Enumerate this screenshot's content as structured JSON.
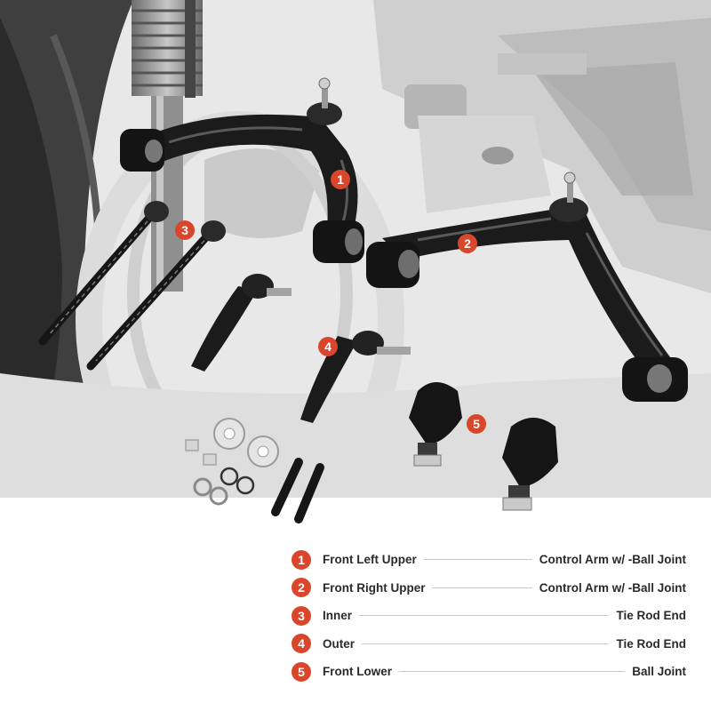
{
  "callouts": [
    "1",
    "2",
    "3",
    "4",
    "5"
  ],
  "legend": [
    {
      "num": "1",
      "left": "Front Left Upper",
      "right": "Control Arm w/ -Ball Joint"
    },
    {
      "num": "2",
      "left": "Front Right Upper",
      "right": "Control Arm w/ -Ball Joint"
    },
    {
      "num": "3",
      "left": "Inner",
      "right": "Tie Rod End"
    },
    {
      "num": "4",
      "left": "Outer",
      "right": "Tie Rod End"
    },
    {
      "num": "5",
      "left": "Front Lower",
      "right": "Ball Joint"
    }
  ],
  "colors": {
    "accent": "#d9462b",
    "text": "#2a2a2a",
    "parts": "#1b1b1b",
    "background": "#ffffff"
  }
}
